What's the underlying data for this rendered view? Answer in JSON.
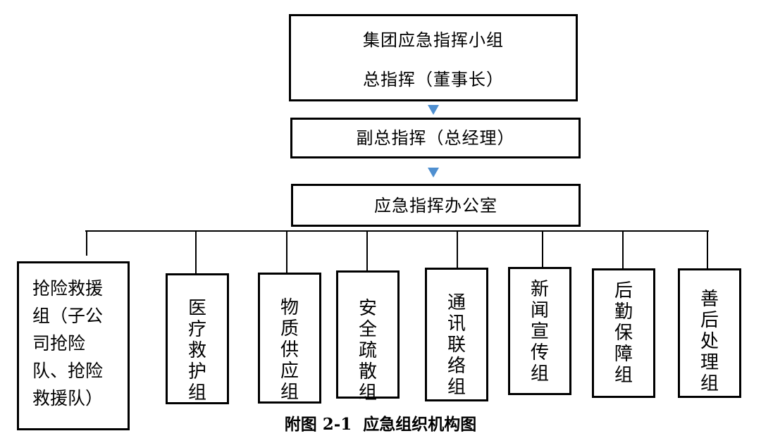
{
  "chart_data": {
    "type": "org-chart",
    "levels": [
      {
        "title": "集团应急指挥小组",
        "subtitle": "总指挥（董事长）"
      },
      {
        "title": "副总指挥（总经理）"
      },
      {
        "title": "应急指挥办公室"
      }
    ],
    "groups": [
      "抢险救援组（子公司抢险队、抢险救援队）",
      "医疗救护组",
      "物质供应组",
      "安全疏散组",
      "通讯联络组",
      "新闻宣传组",
      "后勤保障组",
      "善后处理组"
    ]
  },
  "caption": {
    "label": "附图 2-1",
    "text": "应急组织机构图"
  },
  "colors": {
    "border": "#000000",
    "arrow": "#4f8fd0",
    "background": "#ffffff"
  }
}
